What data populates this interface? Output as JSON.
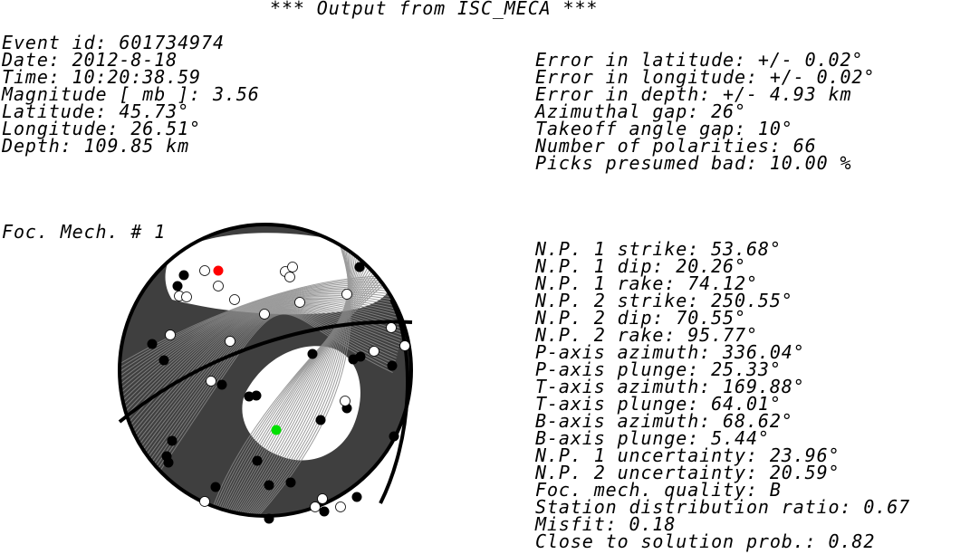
{
  "header": {
    "title": "*** Output from ISC_MECA ***"
  },
  "event": {
    "event_id": "Event id: 601734974",
    "date": "Date: 2012-8-18",
    "time": "Time: 10:20:38.59",
    "magnitude": "Magnitude [ mb ]: 3.56",
    "latitude": "Latitude: 45.73°",
    "longitude": "Longitude: 26.51°",
    "depth": "Depth: 109.85 km"
  },
  "quality": {
    "err_lat": "Error in latitude: +/- 0.02°",
    "err_lon": "Error in longitude: +/- 0.02°",
    "err_depth": "Error in depth: +/- 4.93 km",
    "az_gap": "Azimuthal gap: 26°",
    "takeoff_gap": "Takeoff angle gap: 10°",
    "num_pol": "Number of polarities: 66",
    "bad_picks": "Picks presumed bad: 10.00 %"
  },
  "mechanism": {
    "label": "Foc. Mech. # 1",
    "np1_strike": "N.P. 1 strike: 53.68°",
    "np1_dip": "N.P. 1 dip: 20.26°",
    "np1_rake": "N.P. 1 rake: 74.12°",
    "np2_strike": "N.P. 2 strike: 250.55°",
    "np2_dip": "N.P. 2 dip: 70.55°",
    "np2_rake": "N.P. 2 rake: 95.77°",
    "p_az": "P-axis azimuth: 336.04°",
    "p_pl": "P-axis plunge: 25.33°",
    "t_az": "T-axis azimuth: 169.88°",
    "t_pl": "T-axis plunge: 64.01°",
    "b_az": "B-axis azimuth: 68.62°",
    "b_pl": "B-axis plunge: 5.44°",
    "np1_unc": "N.P. 1 uncertainty: 23.96°",
    "np2_unc": "N.P. 2 uncertainty: 20.59°",
    "quality": "Foc. mech. quality: B",
    "station_ratio": "Station distribution ratio: 0.67",
    "misfit": "Misfit: 0.18",
    "prob": "Close to solution prob.: 0.82"
  },
  "colors": {
    "compressional_fill": "#3f3f3f",
    "dilatational_fill": "#ffffff",
    "compression_marker": "#000000",
    "dilatation_marker": "#ffffff",
    "p_axis_marker": "#ff0000",
    "t_axis_marker": "#00e000"
  }
}
